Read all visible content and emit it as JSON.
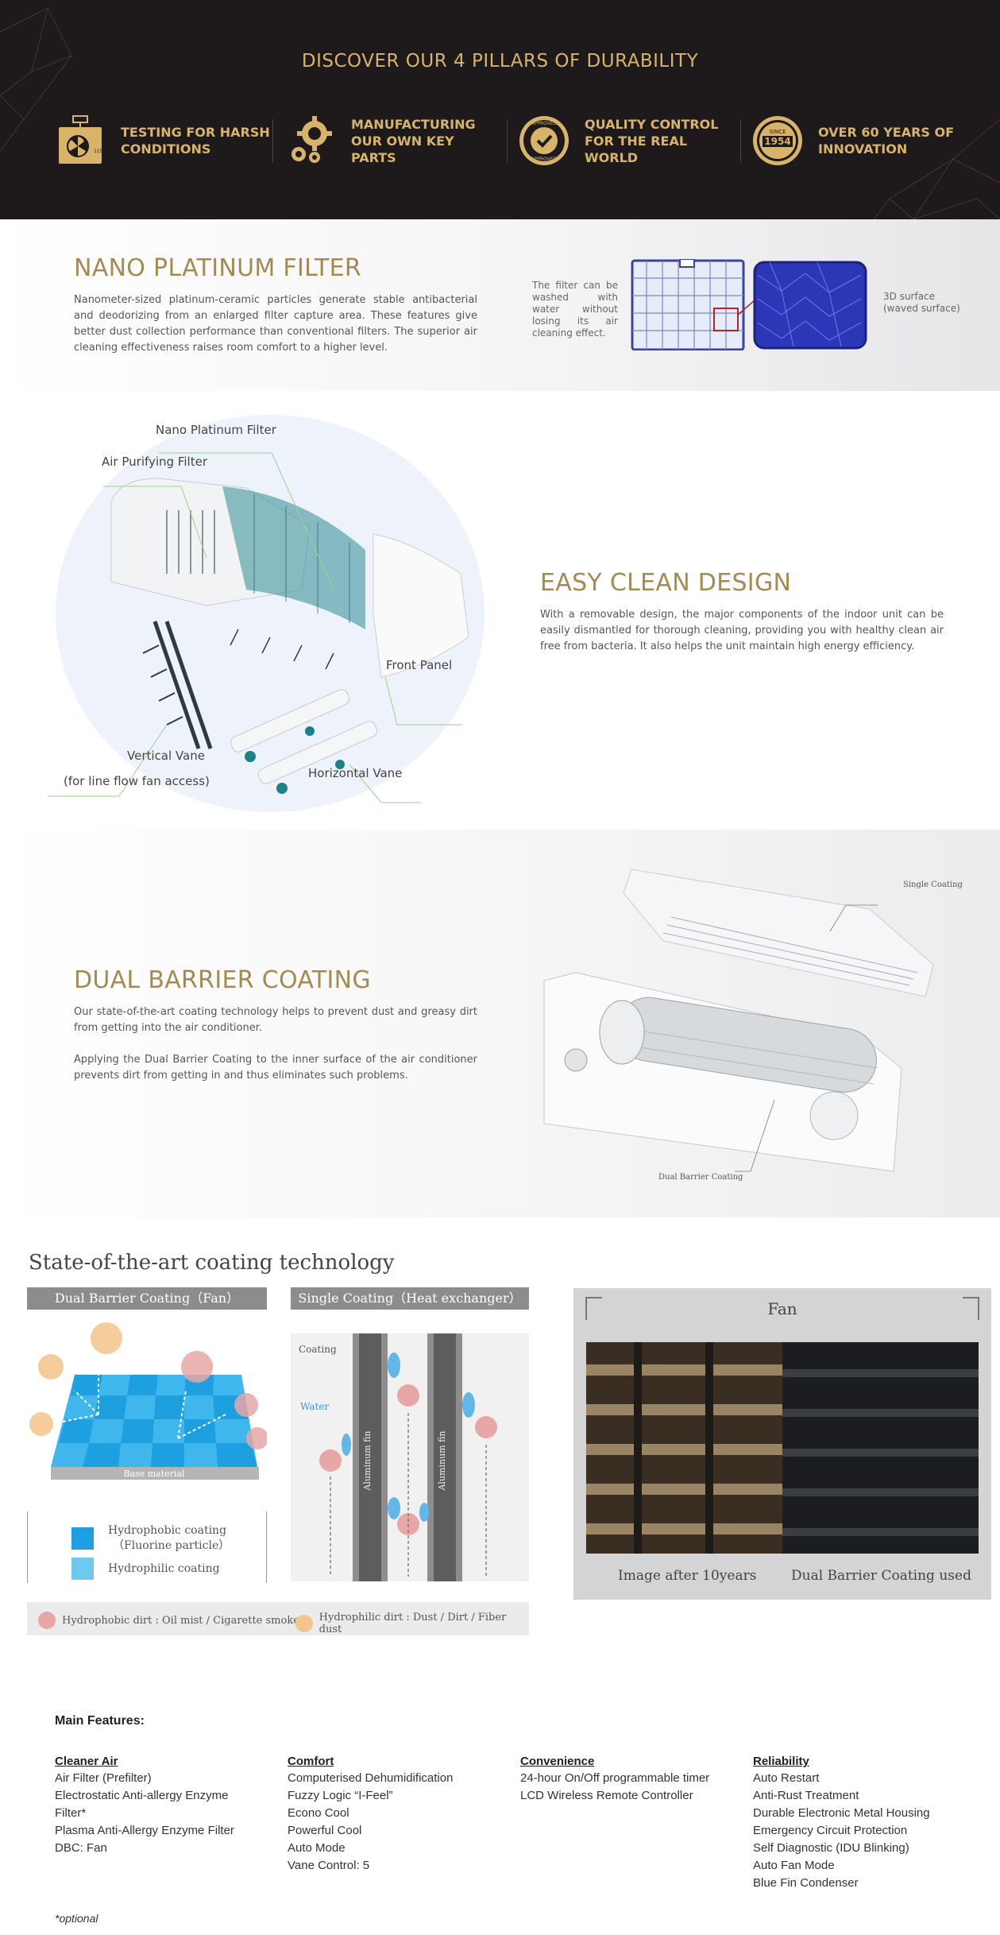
{
  "hero": {
    "title": "DISCOVER OUR 4 PILLARS OF DURABILITY",
    "pillars": [
      {
        "label": "TESTING FOR HARSH CONDITIONS",
        "icon": "fan-test-icon"
      },
      {
        "label": "MANUFACTURING OUR OWN KEY PARTS",
        "icon": "gears-icon"
      },
      {
        "label": "QUALITY CONTROL FOR THE REAL WORLD",
        "icon": "approved-seal-icon",
        "badge_top": "APPROVED",
        "badge_bottom": "APPROVED"
      },
      {
        "label": "OVER 60 YEARS OF INNOVATION",
        "icon": "since-1954-icon",
        "badge_small": "SINCE",
        "badge_year": "1954"
      }
    ],
    "gold": "#d8b46a"
  },
  "nano": {
    "title": "NANO PLATINUM FILTER",
    "body": "Nanometer-sized platinum-ceramic particles generate stable antibacterial and deodorizing from an enlarged filter capture area. These features give better dust collection performance than conventional filters. The superior air cleaning effectiveness raises room comfort to a higher level.",
    "caption_left": "The filter can be washed with water without losing its air cleaning effect.",
    "caption_right": "3D surface (waved surface)"
  },
  "easy": {
    "title": "EASY CLEAN DESIGN",
    "body": "With a removable design, the major components of the indoor unit can be easily dismantled for thorough cleaning, providing you with healthy clean air free from bacteria. It also helps the unit maintain high energy efficiency.",
    "labels": {
      "nano_filter": "Nano Platinum Filter",
      "air_filter": "Air Purifying Filter",
      "front_panel": "Front Panel",
      "vertical_vane": "Vertical Vane",
      "line_flow": "(for line flow fan access)",
      "horizontal_vane": "Horizontal Vane"
    }
  },
  "dual": {
    "title": "DUAL BARRIER COATING",
    "body1": "Our state-of-the-art coating technology helps to prevent dust and greasy dirt from getting into the air conditioner.",
    "body2": "Applying the Dual Barrier Coating to the inner surface of the air conditioner prevents dirt from getting in and thus eliminates such problems.",
    "label_single": "Single Coating",
    "label_dual": "Dual Barrier Coating"
  },
  "sota": {
    "title": "State-of-the-art coating technology",
    "bar_left": "Dual Barrier Coating（Fan）",
    "bar_right": "Single Coating（Heat exchanger）",
    "base_material": "Base material",
    "coating": "Coating",
    "water": "Water",
    "fin": "Aluminum fin",
    "legend_hydrophobic_1": "Hydrophobic coating",
    "legend_hydrophobic_2": "（Fluorine particle）",
    "legend_hydrophilic": "Hydrophilic coating",
    "dirt_hydrophobic": "Hydrophobic dirt : Oil mist / Cigarette smoke",
    "dirt_hydrophilic": "Hydrophilic dirt : Dust / Dirt / Fiber dust",
    "fan_title": "Fan",
    "fan_left": "Image after 10years",
    "fan_right": "Dual Barrier Coating used"
  },
  "features": {
    "title": "Main Features:",
    "columns": [
      {
        "head": "Cleaner Air",
        "items": [
          "Air Filter (Prefilter)",
          "Electrostatic Anti-allergy Enzyme",
          "Filter*",
          "Plasma Anti-Allergy Enzyme Filter",
          "DBC: Fan"
        ]
      },
      {
        "head": "Comfort",
        "items": [
          "Computerised Dehumidification",
          "Fuzzy Logic “I-Feel”",
          "Econo Cool",
          "Powerful Cool",
          "Auto Mode",
          "Vane Control: 5"
        ]
      },
      {
        "head": "Convenience",
        "items": [
          "24-hour On/Off programmable timer",
          "LCD Wireless Remote Controller"
        ]
      },
      {
        "head": "Reliability",
        "items": [
          "Auto Restart",
          "Anti-Rust Treatment",
          "Durable Electronic Metal Housing",
          "Emergency Circuit Protection",
          "Self Diagnostic (IDU Blinking)",
          "Auto Fan Mode",
          "Blue Fin Condenser"
        ]
      }
    ],
    "optional": "*optional"
  }
}
